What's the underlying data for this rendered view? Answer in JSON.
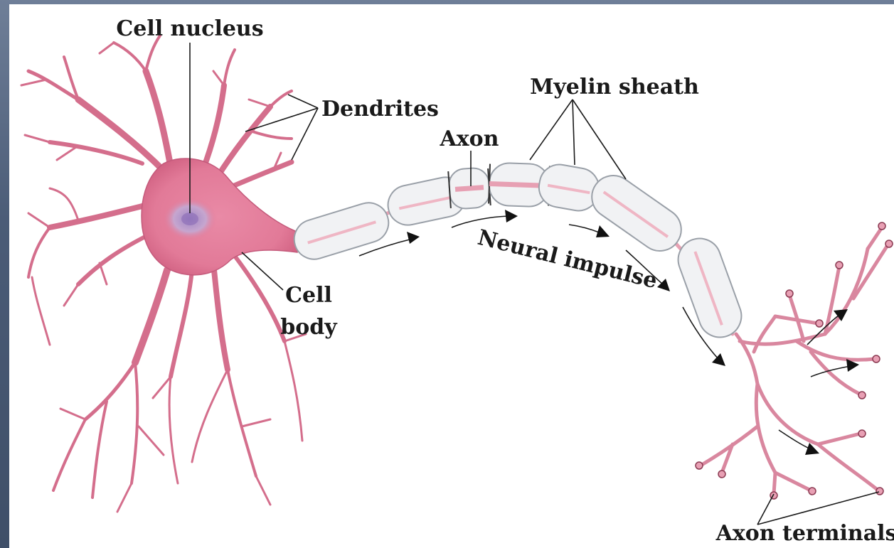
{
  "labels": {
    "cell_nucleus": "Cell nucleus",
    "dendrites": "Dendrites",
    "myelin_sheath": "Myelin sheath",
    "axon": "Axon",
    "neural_impulse": "Neural impulse",
    "cell_body_line1": "Cell",
    "cell_body_line2": "body",
    "axon_terminals": "Axon terminals"
  },
  "colors": {
    "cell_body": "#e07896",
    "dendrite": "#d46e8c",
    "nucleus": "#b89ac6",
    "myelin": "#f1f2f4",
    "frame": "#4b5c77"
  }
}
